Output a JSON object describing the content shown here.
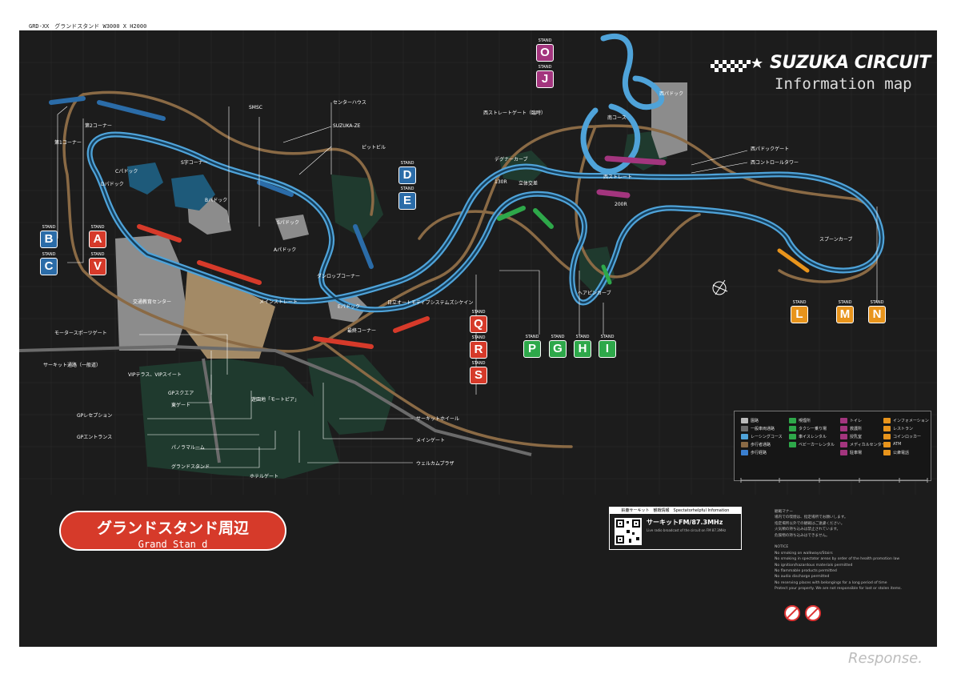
{
  "header_caption": "GRD-XX　グランドスタンド W3000 X H2000",
  "brand": {
    "name": "SUZUKA CIRCUIT",
    "subtitle": "Information map"
  },
  "stands": {
    "stand_word": "STAND",
    "blue": [
      "B",
      "C",
      "D",
      "E"
    ],
    "red": [
      "A",
      "V",
      "Q",
      "R",
      "S"
    ],
    "purple": [
      "O",
      "J"
    ],
    "green": [
      "P",
      "G",
      "H",
      "I"
    ],
    "orange": [
      "L",
      "M",
      "N"
    ]
  },
  "labels": {
    "smsc": "SMSC",
    "center_house": "センターハウス",
    "suzuka_ze": "SUZUKA-ZE",
    "pit_building": "ピットビル",
    "c_paddock": "Cパドック",
    "d_paddock": "Dパドック",
    "b_paddock": "Bパドック",
    "s_paddock": "Sパドック",
    "a_paddock": "Aパドック",
    "e_paddock": "Eパドック",
    "koutsu": "交通教育センター",
    "motorsports_gate": "モータースポーツゲート",
    "circuit_road": "サーキット通路（一般道）",
    "vip": "VIPテラス、VIPスイート",
    "gp_square": "GPスクエア",
    "east_gate": "東ゲート",
    "gp_reception": "GPレセプション",
    "gp_entrance": "GPエントランス",
    "panorama": "パノラマルーム",
    "grandstand": "グランドスタンド",
    "hotel_gate": "ホテルゲート",
    "motopia": "遊園地「モートピア」",
    "circuit_hall": "サーキットホイール",
    "main_gate": "メインゲート",
    "welcome_plaza": "ウェルカムプラザ",
    "hitachi": "日立オートモティブシステムズシケイン",
    "west_straight_gate": "西ストレートゲート（臨時）",
    "minami_course": "南コース",
    "west_paddock": "西パドック",
    "west_paddock_gate": "西パドックゲート",
    "west_control_tower": "西コントロールタワー",
    "west_straight": "西ストレート",
    "spoon": "スプーンカーブ",
    "degner": "デグナーカーブ",
    "hairpin": "ヘアピンカーブ",
    "dunlop": "ダンロップコーナー",
    "s_curve": "S字コーナー",
    "first_corner": "第1コーナー",
    "second_corner": "第2コーナー",
    "main_straight": "メインストレート",
    "final_corner": "最終コーナー",
    "tachikawa": "立体交差",
    "overpass_130r": "130R",
    "turn_200r": "200R"
  },
  "legend": {
    "col1": [
      "園路",
      "一般車両通路",
      "レーシングコース",
      "歩行者通路",
      "歩行経路"
    ],
    "col2": [
      "喫煙所",
      "タクシー乗り場",
      "車イスレンタル",
      "ベビーカーレンタル"
    ],
    "col3": [
      "トイレ",
      "救護所",
      "授乳室",
      "メディカルセンター",
      "駐車場"
    ],
    "col4": [
      "インフォメーション",
      "レストラン",
      "コインロッカー",
      "ATM",
      "公衆電話"
    ]
  },
  "title": {
    "jp": "グランドスタンド周辺",
    "en": "Grand Stan d"
  },
  "radio": {
    "header": "鈴鹿サーキット　観戦情報　Spectatorhelpful Infomation",
    "freq": "サーキットFM/87.3MHz",
    "fine": "Live radio broadcast of the circuit on FM 87.3MHz"
  },
  "notes": "観戦マナー\n場内での喫煙は、指定場所でお願いします。\n指定場所以外での観戦はご遠慮ください。\n火気類の持ち込みは禁止されています。\n危険物の持ち込みはできません。\n\nNOTICE\nNo smoking on walkways/Stairs\nNo smoking in spectator areas by order of the health promotion law\nNo ignition/hazardous materials permitted\nNo flammable products permitted\nNo audio discharge permitted\nNo reserving places with belongings for a long period of time\nProtect your property. We are not responsible for lost or stolen items.",
  "watermark": "Response.",
  "colors": {
    "board": "#1c1c1c",
    "track": "#4fa3d9",
    "road": "#8a6a45",
    "red": "#d63a2a",
    "green": "#2ea84a",
    "orange": "#e8941c",
    "purple": "#a3357e",
    "blue": "#2b6ca8"
  }
}
